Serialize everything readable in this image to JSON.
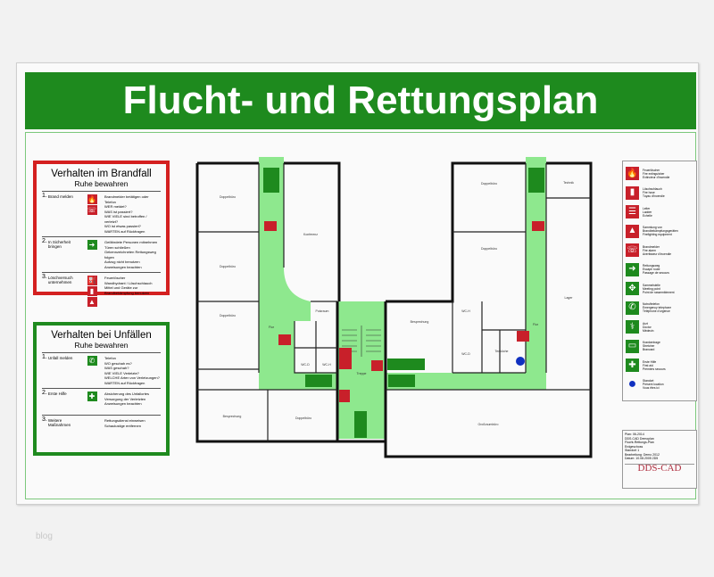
{
  "title": "Flucht- und Rettungsplan",
  "fire_box": {
    "heading": "Verhalten im Brandfall",
    "subheading": "Ruhe bewahren",
    "sections": [
      {
        "num": "1.",
        "label": "Brand melden",
        "icons": [
          {
            "c": "r",
            "g": "🔥"
          },
          {
            "c": "r",
            "g": "☏"
          }
        ],
        "lines": [
          "Brandmelder betätigen oder",
          "Telefon",
          "WER meldet?",
          "WAS ist passiert?",
          "WIE VIELE sind betroffen / verletzt?",
          "WO ist etwas passiert?",
          "WARTEN auf Rückfragen"
        ]
      },
      {
        "num": "2.",
        "label": "In Sicherheit bringen",
        "icons": [
          {
            "c": "g",
            "g": "➜"
          }
        ],
        "lines": [
          "Gefährdete Personen mitnehmen",
          "Türen schließen",
          "Gekennzeichneten Rettungsweg folgen",
          "Aufzug nicht benutzen",
          "Anweisungen beachten"
        ]
      },
      {
        "num": "3.",
        "label": "Löschversuch unternehmen",
        "icons": [
          {
            "c": "r",
            "g": "⛽"
          },
          {
            "c": "r",
            "g": "▮"
          },
          {
            "c": "r",
            "g": "▲"
          }
        ],
        "lines": [
          "Feuerlöscher",
          "Wandhydrant / Löschschlauch",
          "Mittel und Geräte zur",
          "Brandbekämpfung benutzen"
        ]
      }
    ]
  },
  "accident_box": {
    "heading": "Verhalten bei Unfällen",
    "subheading": "Ruhe bewahren",
    "sections": [
      {
        "num": "1.",
        "label": "Unfall melden",
        "icons": [
          {
            "c": "g",
            "g": "✆"
          }
        ],
        "lines": [
          "Telefon",
          "WO geschah es?",
          "WAS geschah?",
          "WIE VIELE Verletzte?",
          "WELCHE Arten von Verletzungen?",
          "WARTEN auf Rückfragen"
        ]
      },
      {
        "num": "2.",
        "label": "Erste Hilfe",
        "icons": [
          {
            "c": "g",
            "g": "✚"
          }
        ],
        "lines": [
          "Absicherung des Unfallortes",
          "Versorgung der Verletzten",
          "Anweisungen beachten"
        ]
      },
      {
        "num": "3.",
        "label": "Weitere Maßnahmen",
        "icons": [],
        "lines": [
          "Rettungsdienst einweisen",
          "Schaulustige entfernen"
        ]
      }
    ]
  },
  "legend": [
    {
      "c": "r",
      "g": "🔥",
      "lines": [
        "Feuerlöscher",
        "Fire extinguisher",
        "Extincteur d'incendie"
      ]
    },
    {
      "c": "r",
      "g": "▮",
      "lines": [
        "Löschschlauch",
        "Fire hose",
        "Tuyau d'incendie"
      ]
    },
    {
      "c": "r",
      "g": "☰",
      "lines": [
        "Leiter",
        "Ladder",
        "Echelle"
      ]
    },
    {
      "c": "r",
      "g": "▲",
      "lines": [
        "Sammlung von",
        "Brandbekämpfungsgeräten",
        "Firefighting equipment"
      ]
    },
    {
      "c": "r",
      "g": "☏",
      "lines": [
        "Brandmelder",
        "Fire alarm",
        "Avertisseur d'incendie"
      ]
    },
    {
      "c": "g",
      "g": "➜",
      "lines": [
        "Rettungsweg",
        "Escape route",
        "Passage de secours"
      ]
    },
    {
      "c": "g",
      "g": "✥",
      "lines": [
        "Sammelstelle",
        "Meeting point",
        "Point de rassemblement"
      ]
    },
    {
      "c": "g",
      "g": "✆",
      "lines": [
        "Notruftelefon",
        "Emergency telephone",
        "Téléphone d'urgence"
      ]
    },
    {
      "c": "g",
      "g": "⚕",
      "lines": [
        "Arzt",
        "Doctor",
        "Médecin"
      ]
    },
    {
      "c": "g",
      "g": "▭",
      "lines": [
        "Krankentrage",
        "Stretcher",
        "Brancard"
      ]
    },
    {
      "c": "g",
      "g": "✚",
      "lines": [
        "Erste Hilfe",
        "First aid",
        "Premiers secours"
      ]
    },
    {
      "c": "b",
      "g": "●",
      "lines": [
        "Standort",
        "Present location",
        "Vous êtes ici"
      ]
    }
  ],
  "info": {
    "lines": [
      "Plan:  06-2014",
      "DDS-CAD Demoplan",
      "Flucht-Rettungs-Plan",
      "Erdgeschoss",
      "Standort 1",
      "Bearbeitung:  Demo 2012",
      "Datum:  10.08.2005    2D5"
    ],
    "logo": "DDS-CAD"
  },
  "rooms": {
    "r1": "Doppelbüro",
    "r2": "Doppelbüro",
    "r3": "Doppelbüro",
    "r4": "Besprechung",
    "r5": "Konferenz",
    "r6": "Doppelbüro",
    "r7": "Flur",
    "r8": "Treppe",
    "r9": "Putzraum",
    "r10": "WC-D",
    "r11": "WC-H",
    "r12": "Doppelbüro",
    "r13": "Doppelbüro",
    "r14": "Technik",
    "r15": "Lager",
    "r16": "Besprechung",
    "r17": "WC-D",
    "r18": "WC-H",
    "r19": "Teeküche",
    "r20": "Flur",
    "r21": "Großraumbüro"
  },
  "watermark": "blog"
}
